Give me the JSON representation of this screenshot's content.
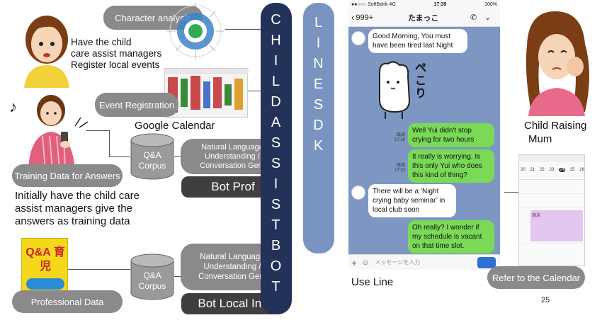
{
  "labels": {
    "character_analysis": "Character analysis",
    "managers_register": [
      "Have the child",
      "care assist managers",
      "Register local events"
    ],
    "event_registration": "Event Registration",
    "google_calendar": "Google Calendar",
    "training_data": "Training Data for Answers",
    "initially": [
      "Initially have the child care",
      "assist managers give the",
      "answers as training data"
    ],
    "professional_data": "Professional Data",
    "qa_corpus": "Q&A Corpus",
    "qa_corpus_2": "Q&A Corpus",
    "nlu_1": "Natural Language Understanding / Conversation Gen.",
    "nlu_2": "Natural Language Understanding / Conversation Gen.",
    "bot_prof": "Bot Prof",
    "bot_local": "Bot Local Inf.",
    "use_line": "Use Line",
    "child_raising_mum": [
      "Child Raising",
      "Mum"
    ],
    "refer_calendar": "Refer to the Calendar",
    "page_number": "25",
    "book_title": "Q&A 育児"
  },
  "bars": {
    "child_assist_bot": [
      "C",
      "H",
      "I",
      "L",
      "D",
      "A",
      "S",
      "S",
      "I",
      "S",
      "T",
      "B",
      "O",
      "T"
    ],
    "line_sdk": [
      "L",
      "I",
      "N",
      "E",
      "S",
      "D",
      "K"
    ]
  },
  "phone": {
    "carrier": "●●○○○ SoftBank 4G",
    "time": "17:39",
    "battery": "100%",
    "back": "999+",
    "chat_name": "たまっこ",
    "sticker_text": "ぺこり",
    "input_placeholder": "メッセージを入力",
    "messages": [
      {
        "side": "left",
        "text": "Good Morning, You must have been tired last Night"
      },
      {
        "side": "right",
        "read": "既読",
        "time": "17:28",
        "text": "Well Yui didn't stop crying for two hours"
      },
      {
        "side": "right",
        "read": "既読",
        "time": "17:23",
        "text": "It really is worrying. Is this only Yui who does this kind of thing?"
      },
      {
        "side": "left",
        "text": "There will be a ‘Night crying baby seminar’ in local club soon"
      },
      {
        "side": "right",
        "text": "Oh really? I wonder if my schedule is vacant on that time slot."
      }
    ]
  },
  "calendar": {
    "days": [
      "20",
      "21",
      "22",
      "23",
      "24",
      "25",
      "26"
    ],
    "event": "講演"
  },
  "colors": {
    "pill_gray": "#8a8a8a",
    "dark_pill": "#3f3f3f",
    "bar_navy": "#233259",
    "bar_blue": "#7a94c2",
    "chat_bg": "#7d97c2",
    "bubble_green": "#7ad957"
  }
}
